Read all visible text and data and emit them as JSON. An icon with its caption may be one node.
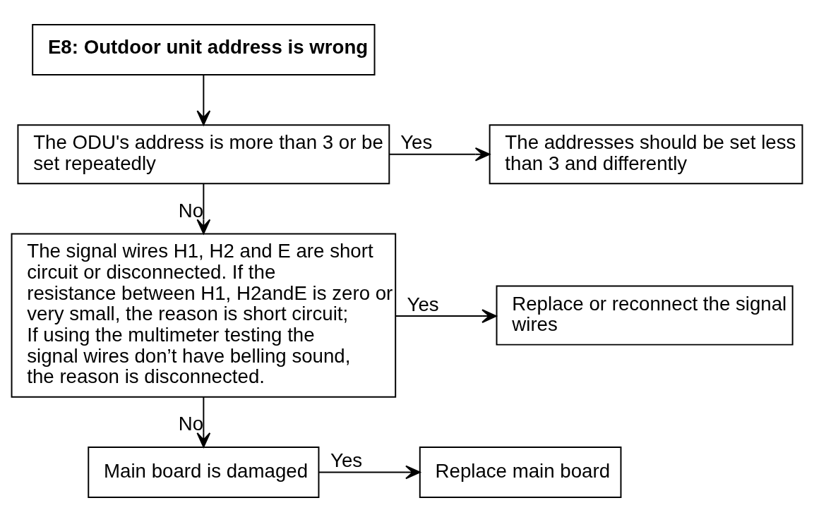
{
  "diagram": {
    "nodes": [
      {
        "text": [
          "E8: Outdoor unit address is wrong"
        ]
      },
      {
        "text": [
          "The ODU's address is more than 3 or be set repeatedly"
        ]
      },
      {
        "text": [
          "The addresses should be set less than 3 and differently"
        ]
      },
      {
        "text": [
          "The signal wires H1, H2 and E are short circuit or disconnected. If the resistance between H1, H2andE is zero or very small, the reason is short circuit; If using the multimeter testing the signal wires don’t have belling sound, the reason is disconnected."
        ]
      },
      {
        "text": [
          "Replace or reconnect the signal wires"
        ]
      },
      {
        "text": [
          "Main board is damaged"
        ]
      },
      {
        "text": [
          "Replace main board"
        ]
      }
    ],
    "edges": [
      {
        "from": 0,
        "to": 1,
        "arrow": "to"
      },
      {
        "from": 1,
        "to": 2,
        "arrow": "to",
        "label": "Yes"
      },
      {
        "from": 1,
        "to": 3,
        "arrow": "to",
        "label": "No"
      },
      {
        "from": 3,
        "to": 4,
        "arrow": "to",
        "label": "Yes"
      },
      {
        "from": 3,
        "to": 5,
        "arrow": "to",
        "label": "No"
      },
      {
        "from": 5,
        "to": 6,
        "arrow": "to",
        "label": "Yes"
      }
    ]
  }
}
